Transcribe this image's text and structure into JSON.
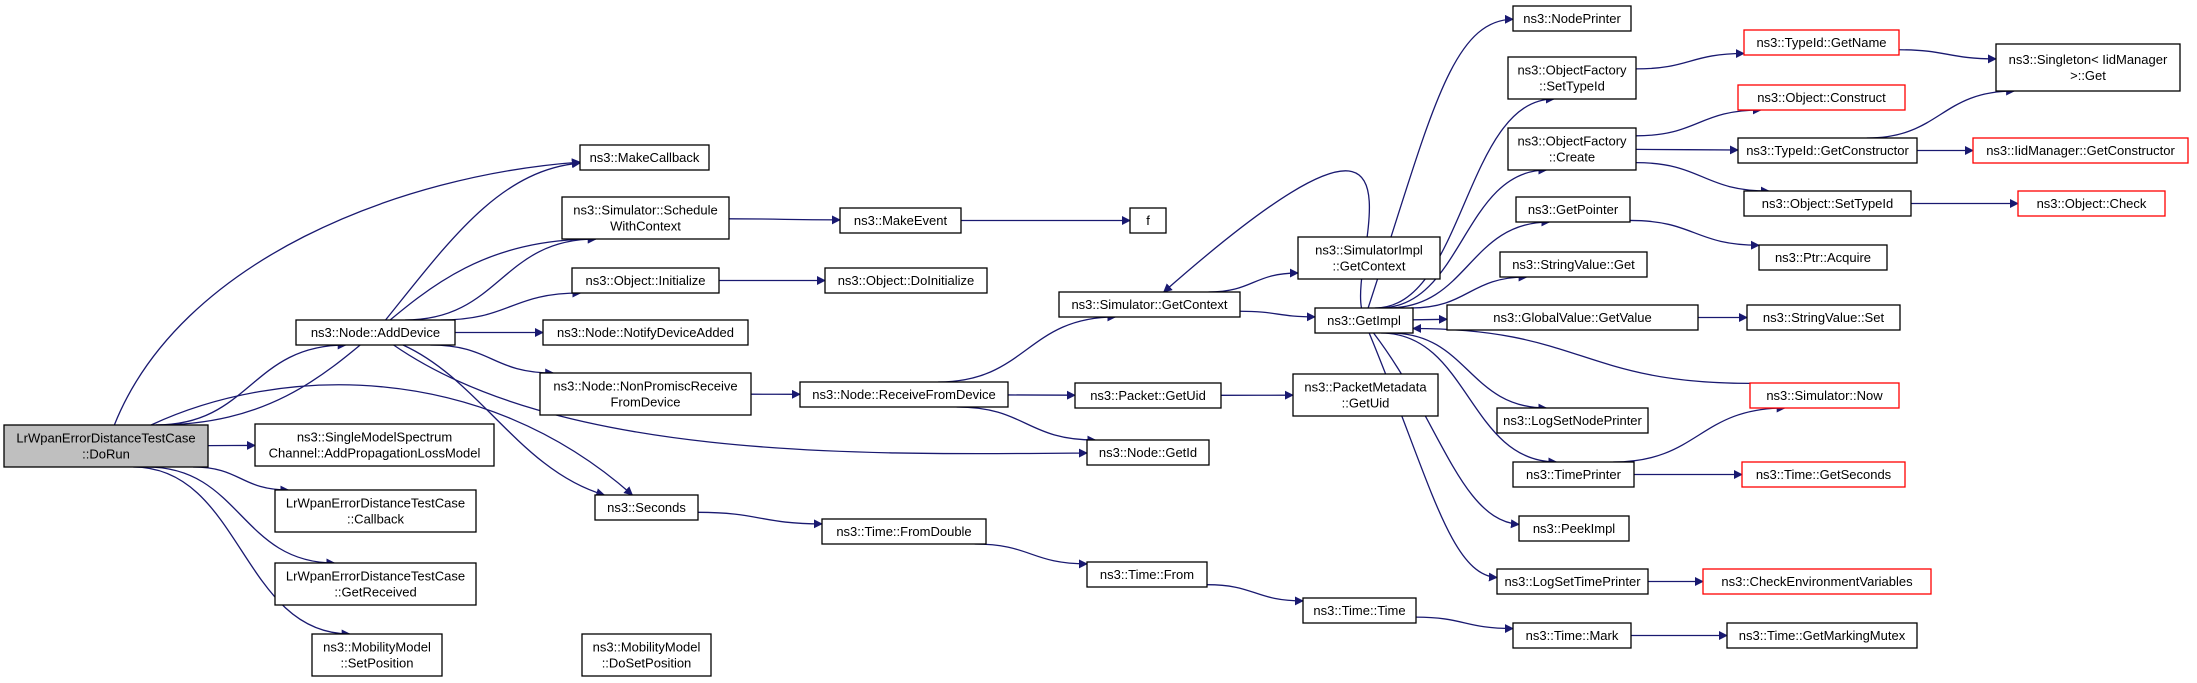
{
  "graph": {
    "edge_color": "#191970",
    "nodes": [
      {
        "id": "root",
        "lines": [
          "LrWpanErrorDistanceTestCase",
          "::DoRun"
        ],
        "style": "root"
      },
      {
        "id": "makecallback",
        "lines": [
          "ns3::MakeCallback"
        ]
      },
      {
        "id": "schedwctx",
        "lines": [
          "ns3::Simulator::Schedule",
          "WithContext"
        ]
      },
      {
        "id": "objinit",
        "lines": [
          "ns3::Object::Initialize"
        ]
      },
      {
        "id": "adddevice",
        "lines": [
          "ns3::Node::AddDevice"
        ]
      },
      {
        "id": "notifydev",
        "lines": [
          "ns3::Node::NotifyDeviceAdded"
        ]
      },
      {
        "id": "nonpromisc",
        "lines": [
          "ns3::Node::NonPromiscReceive",
          "FromDevice"
        ]
      },
      {
        "id": "addprop",
        "lines": [
          "ns3::SingleModelSpectrum",
          "Channel::AddPropagationLossModel"
        ]
      },
      {
        "id": "callback",
        "lines": [
          "LrWpanErrorDistanceTestCase",
          "::Callback"
        ]
      },
      {
        "id": "getreceived",
        "lines": [
          "LrWpanErrorDistanceTestCase",
          "::GetReceived"
        ]
      },
      {
        "id": "setposition",
        "lines": [
          "ns3::MobilityModel",
          "::SetPosition"
        ]
      },
      {
        "id": "dosetposition",
        "lines": [
          "ns3::MobilityModel",
          "::DoSetPosition"
        ]
      },
      {
        "id": "makeevent",
        "lines": [
          "ns3::MakeEvent"
        ]
      },
      {
        "id": "f",
        "lines": [
          "f"
        ]
      },
      {
        "id": "doinit",
        "lines": [
          "ns3::Object::DoInitialize"
        ]
      },
      {
        "id": "recvfromdev",
        "lines": [
          "ns3::Node::ReceiveFromDevice"
        ]
      },
      {
        "id": "seconds",
        "lines": [
          "ns3::Seconds"
        ]
      },
      {
        "id": "fromdouble",
        "lines": [
          "ns3::Time::FromDouble"
        ]
      },
      {
        "id": "timefrom",
        "lines": [
          "ns3::Time::From"
        ]
      },
      {
        "id": "timetime",
        "lines": [
          "ns3::Time::Time"
        ]
      },
      {
        "id": "timemark",
        "lines": [
          "ns3::Time::Mark"
        ]
      },
      {
        "id": "getmarkingmutex",
        "lines": [
          "ns3::Time::GetMarkingMutex"
        ]
      },
      {
        "id": "simgetctx",
        "lines": [
          "ns3::Simulator::GetContext"
        ]
      },
      {
        "id": "pktgetuid",
        "lines": [
          "ns3::Packet::GetUid"
        ]
      },
      {
        "id": "nodegetid",
        "lines": [
          "ns3::Node::GetId"
        ]
      },
      {
        "id": "pmgetuid",
        "lines": [
          "ns3::PacketMetadata",
          "::GetUid"
        ]
      },
      {
        "id": "implgetctx",
        "lines": [
          "ns3::SimulatorImpl",
          "::GetContext"
        ]
      },
      {
        "id": "getimpl",
        "lines": [
          "ns3::GetImpl"
        ]
      },
      {
        "id": "nodeprinter",
        "lines": [
          "ns3::NodePrinter"
        ]
      },
      {
        "id": "ofsettypeid",
        "lines": [
          "ns3::ObjectFactory",
          "::SetTypeId"
        ]
      },
      {
        "id": "ofcreate",
        "lines": [
          "ns3::ObjectFactory",
          "::Create"
        ]
      },
      {
        "id": "getpointer",
        "lines": [
          "ns3::GetPointer"
        ]
      },
      {
        "id": "strvalget",
        "lines": [
          "ns3::StringValue::Get"
        ]
      },
      {
        "id": "gvgetvalue",
        "lines": [
          "ns3::GlobalValue::GetValue"
        ]
      },
      {
        "id": "logsetnodeprinter",
        "lines": [
          "ns3::LogSetNodePrinter"
        ]
      },
      {
        "id": "timeprinter",
        "lines": [
          "ns3::TimePrinter"
        ]
      },
      {
        "id": "peekimpl",
        "lines": [
          "ns3::PeekImpl"
        ]
      },
      {
        "id": "logsettimeprinter",
        "lines": [
          "ns3::LogSetTimePrinter"
        ]
      },
      {
        "id": "tidgetname",
        "lines": [
          "ns3::TypeId::GetName"
        ],
        "style": "red"
      },
      {
        "id": "objconstruct",
        "lines": [
          "ns3::Object::Construct"
        ],
        "style": "red"
      },
      {
        "id": "tidgetctor",
        "lines": [
          "ns3::TypeId::GetConstructor"
        ]
      },
      {
        "id": "objsettypeid",
        "lines": [
          "ns3::Object::SetTypeId"
        ]
      },
      {
        "id": "ptracquire",
        "lines": [
          "ns3::Ptr::Acquire"
        ]
      },
      {
        "id": "strvalset",
        "lines": [
          "ns3::StringValue::Set"
        ]
      },
      {
        "id": "simnow",
        "lines": [
          "ns3::Simulator::Now"
        ],
        "style": "red"
      },
      {
        "id": "timegetseconds",
        "lines": [
          "ns3::Time::GetSeconds"
        ],
        "style": "red"
      },
      {
        "id": "checkenv",
        "lines": [
          "ns3::CheckEnvironmentVariables"
        ],
        "style": "red"
      },
      {
        "id": "singletonget",
        "lines": [
          "ns3::Singleton< IidManager",
          " >::Get"
        ]
      },
      {
        "id": "iidgetctor",
        "lines": [
          "ns3::IidManager::GetConstructor"
        ],
        "style": "red"
      },
      {
        "id": "objcheck",
        "lines": [
          "ns3::Object::Check"
        ],
        "style": "red"
      }
    ]
  }
}
